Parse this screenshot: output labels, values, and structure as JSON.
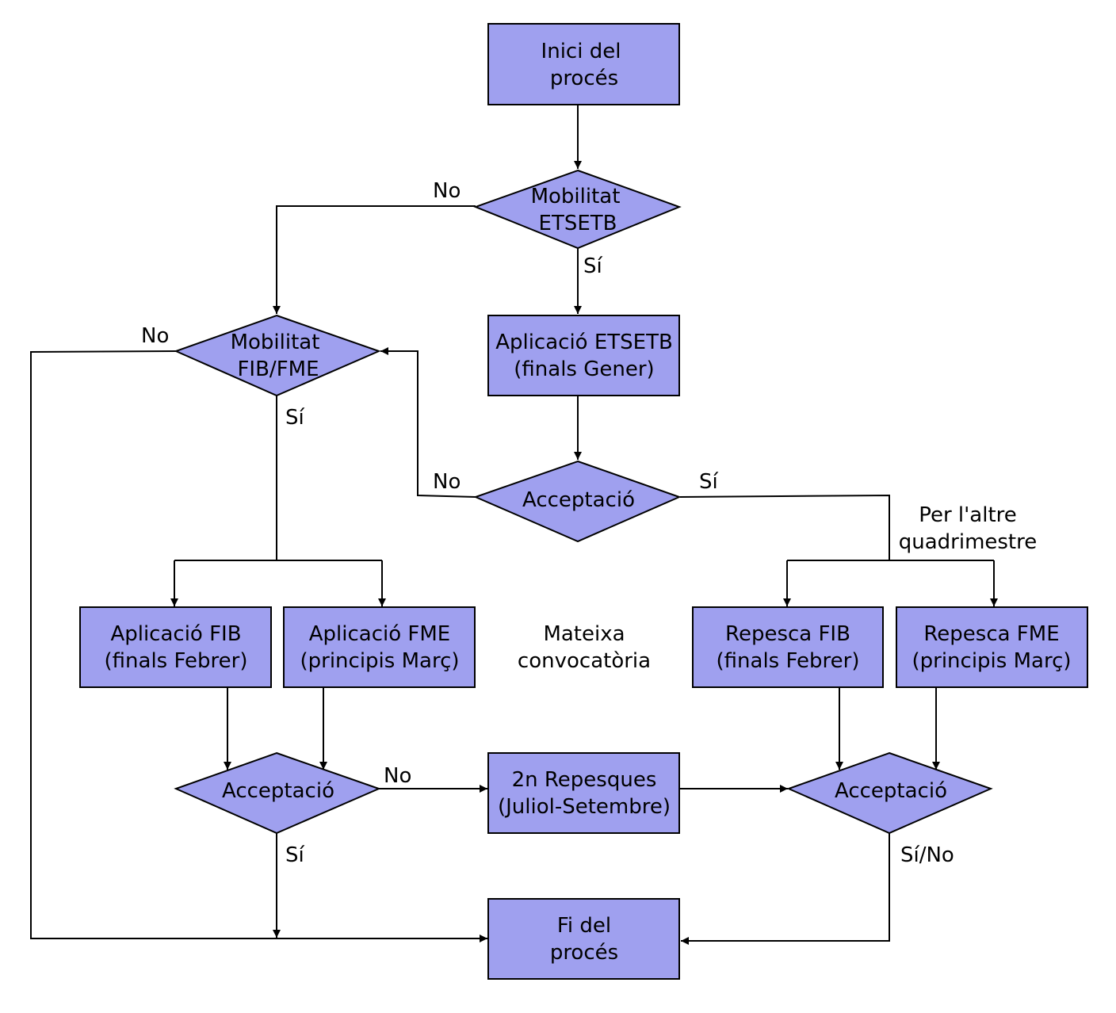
{
  "colors": {
    "node_fill": "#9fa0ef",
    "stroke": "#000000",
    "background": "#ffffff"
  },
  "nodes": {
    "start": {
      "shape": "process",
      "lines": [
        "Inici del",
        "procés"
      ]
    },
    "mobility_etsetb": {
      "shape": "decision",
      "lines": [
        "Mobilitat",
        "ETSETB"
      ]
    },
    "app_etsetb": {
      "shape": "process",
      "lines": [
        "Aplicació ETSETB",
        "(finals Gener)"
      ]
    },
    "mobility_fib_fme": {
      "shape": "decision",
      "lines": [
        "Mobilitat",
        "FIB/FME"
      ]
    },
    "acceptance_etsetb": {
      "shape": "decision",
      "lines": [
        "Acceptació"
      ]
    },
    "app_fib": {
      "shape": "process",
      "lines": [
        "Aplicació FIB",
        "(finals Febrer)"
      ]
    },
    "app_fme": {
      "shape": "process",
      "lines": [
        "Aplicació FME",
        "(principis Març)"
      ]
    },
    "repesca_fib": {
      "shape": "process",
      "lines": [
        "Repesca FIB",
        "(finals Febrer)"
      ]
    },
    "repesca_fme": {
      "shape": "process",
      "lines": [
        "Repesca FME",
        "(principis Març)"
      ]
    },
    "acceptance_fib_fme": {
      "shape": "decision",
      "lines": [
        "Acceptació"
      ]
    },
    "second_repesques": {
      "shape": "process",
      "lines": [
        "2n Repesques",
        "(Juliol-Setembre)"
      ]
    },
    "acceptance_repesca": {
      "shape": "decision",
      "lines": [
        "Acceptació"
      ]
    },
    "end": {
      "shape": "process",
      "lines": [
        "Fi del",
        "procés"
      ]
    }
  },
  "edge_labels": {
    "etsetb_no": "No",
    "etsetb_yes": "Sí",
    "fib_fme_no": "No",
    "fib_fme_yes": "Sí",
    "acceptance_etsetb_no": "No",
    "acceptance_etsetb_yes": "Sí",
    "acceptance_fib_fme_no": "No",
    "acceptance_fib_fme_yes": "Sí",
    "acceptance_repesca_result": "Sí/No"
  },
  "annotations": {
    "same_call": [
      "Mateixa",
      "convocatòria"
    ],
    "other_term": [
      "Per l'altre",
      "quadrimestre"
    ]
  }
}
